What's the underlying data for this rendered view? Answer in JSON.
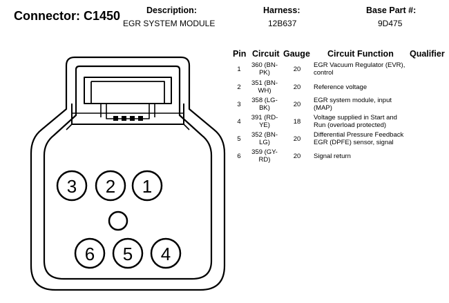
{
  "header": {
    "title": "Connector: C1450",
    "description_label": "Description:",
    "description_value": "EGR SYSTEM MODULE",
    "harness_label": "Harness:",
    "harness_value": "12B637",
    "base_part_label": "Base Part #:",
    "base_part_value": "9D475"
  },
  "table": {
    "columns": [
      "Pin",
      "Circuit",
      "Gauge",
      "Circuit Function",
      "Qualifier"
    ],
    "rows": [
      {
        "pin": "1",
        "circuit_l1": "360 (BN-",
        "circuit_l2": "PK)",
        "gauge": "20",
        "func_l1": "EGR Vacuum Regulator (EVR),",
        "func_l2": "control"
      },
      {
        "pin": "2",
        "circuit_l1": "351 (BN-",
        "circuit_l2": "WH)",
        "gauge": "20",
        "func_l1": "Reference voltage",
        "func_l2": ""
      },
      {
        "pin": "3",
        "circuit_l1": "358 (LG-",
        "circuit_l2": "BK)",
        "gauge": "20",
        "func_l1": "EGR system module, input",
        "func_l2": "(MAP)"
      },
      {
        "pin": "4",
        "circuit_l1": "391 (RD-",
        "circuit_l2": "YE)",
        "gauge": "18",
        "func_l1": "Voltage supplied in Start and",
        "func_l2": "Run (overload protected)"
      },
      {
        "pin": "5",
        "circuit_l1": "352 (BN-",
        "circuit_l2": "LG)",
        "gauge": "20",
        "func_l1": "Differential Pressure Feedback",
        "func_l2": "EGR (DPFE) sensor, signal"
      },
      {
        "pin": "6",
        "circuit_l1": "359 (GY-",
        "circuit_l2": "RD)",
        "gauge": "20",
        "func_l1": "Signal return",
        "func_l2": ""
      }
    ]
  },
  "connector": {
    "pins_top": [
      "3",
      "2",
      "1"
    ],
    "pins_bottom": [
      "6",
      "5",
      "4"
    ]
  }
}
